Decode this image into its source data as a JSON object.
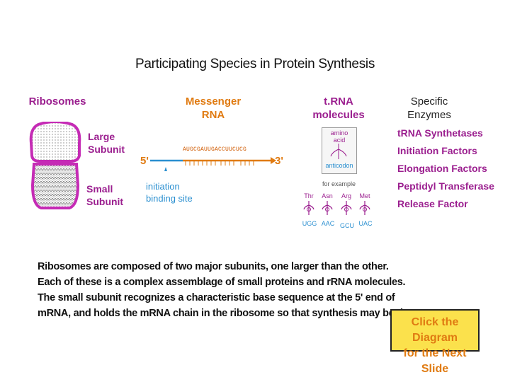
{
  "title": "Participating Species in Protein Synthesis",
  "headers": {
    "ribosomes": "Ribosomes",
    "messenger_line1": "Messenger",
    "messenger_line2": "RNA",
    "trna_line1": "t.RNA",
    "trna_line2": "molecules",
    "enzymes": "Specific Enzymes"
  },
  "ribosome": {
    "large_line1": "Large",
    "large_line2": "Subunit",
    "small_line1": "Small",
    "small_line2": "Subunit"
  },
  "mrna": {
    "sequence": "AUGCGAUUGACCUUCUCG",
    "five_prime": "5'",
    "three_prime": "3'",
    "site_line1": "initiation",
    "site_line2": "binding site"
  },
  "trna": {
    "box_line1": "amino",
    "box_line2": "acid",
    "box_line3": "anticodon",
    "for_example": "for example",
    "examples": [
      {
        "amino": "Thr",
        "anticodon": "UGG"
      },
      {
        "amino": "Asn",
        "anticodon": "AAC"
      },
      {
        "amino": "Arg",
        "anticodon": "GCU"
      },
      {
        "amino": "Met",
        "anticodon": "UAC"
      }
    ]
  },
  "enzymes": [
    "tRNA Synthetases",
    "Initiation Factors",
    "Elongation Factors",
    "Peptidyl Transferase",
    "Release Factor"
  ],
  "paragraph": [
    "Ribosomes are composed of two major subunits, one larger than the other.",
    "Each of these is a complex assemblage of small proteins and rRNA molecules.",
    "The small subunit recognizes a characteristic base sequence at the 5' end of",
    "mRNA, and holds the mRNA chain in the ribosome so that synthesis may begin."
  ],
  "button": {
    "line1": "Click the Diagram",
    "line2": "for the Next Slide"
  },
  "colors": {
    "purple": "#9b1f8f",
    "orange": "#e07b12",
    "blue": "#2a8fd0",
    "button_bg": "#fbe14c"
  }
}
